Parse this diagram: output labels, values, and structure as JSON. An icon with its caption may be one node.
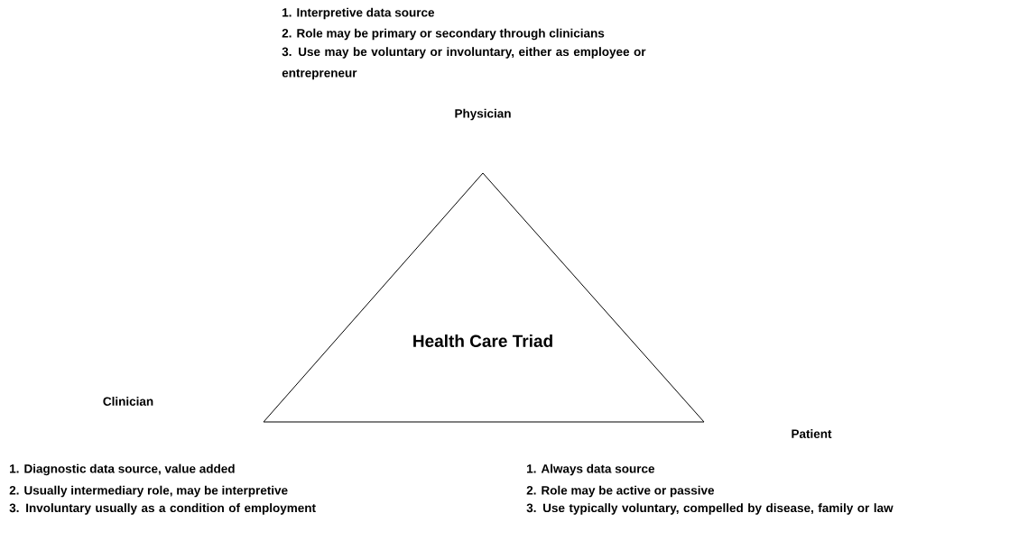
{
  "diagram": {
    "nodes": [
      {
        "text": [
          "Health Care Triad"
        ]
      }
    ],
    "edges": [],
    "labels": [
      "1. Interpretive data source",
      "2. Role may be primary or secondary through clinicians",
      "3. Use may be voluntary or involuntary, either as employee or entrepreneur",
      "Physician",
      "Clinician",
      "Patient",
      "1. Diagnostic data source, value added",
      "2. Usually intermediary role, may be interpretive",
      "3. Involuntary usually as a condition of employment",
      "1. Always data source",
      "2. Role may be active or passive",
      "3. Use typically voluntary, compelled by disease, family or law"
    ]
  }
}
